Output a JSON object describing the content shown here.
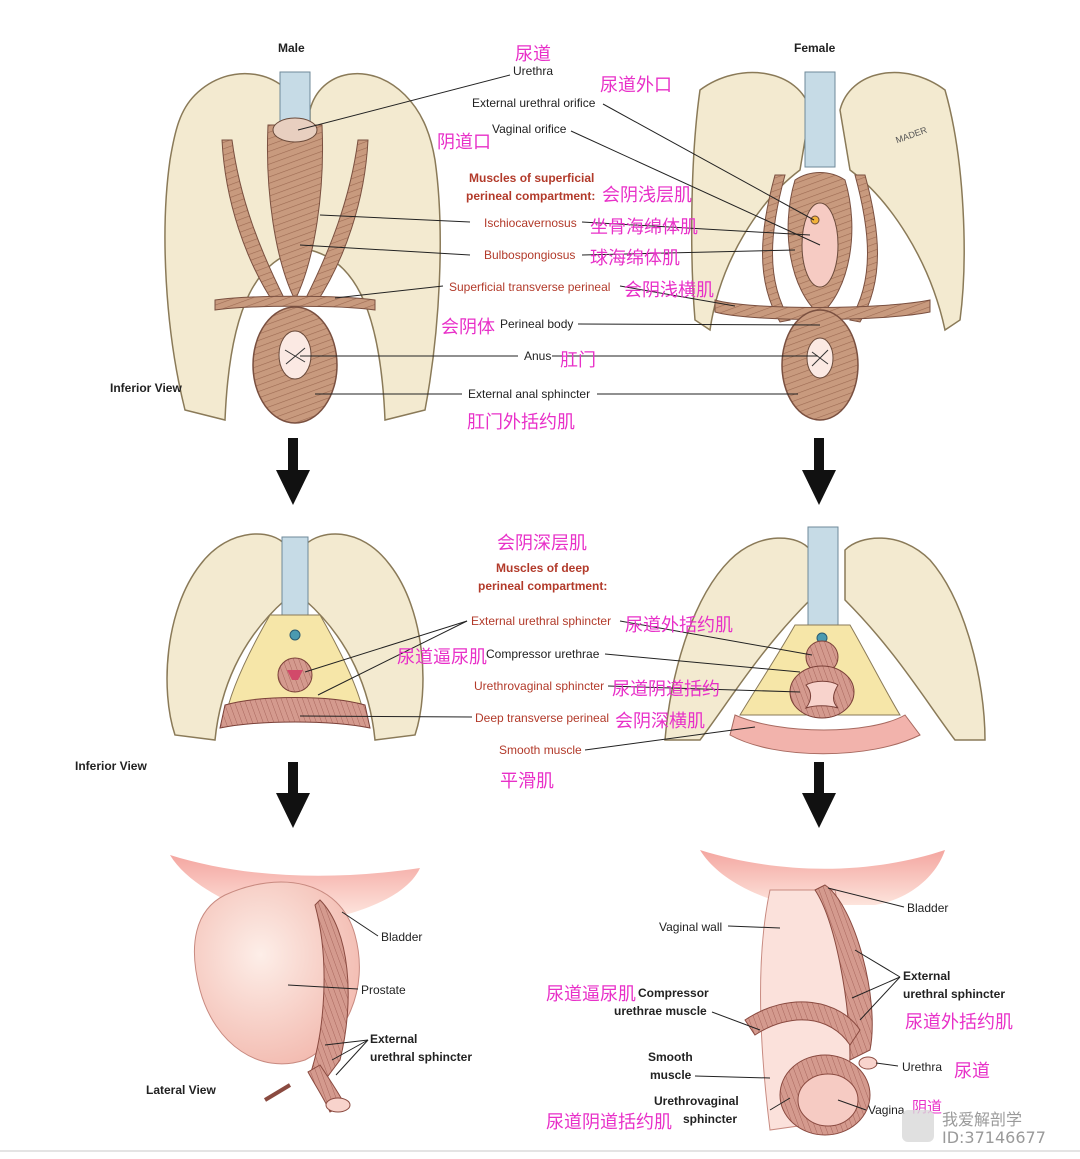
{
  "headers": {
    "male": "Male",
    "female": "Female",
    "inferior_view_1": "Inferior View",
    "inferior_view_2": "Inferior View",
    "lateral_view": "Lateral View"
  },
  "top_labels": {
    "urethra_cn": "尿道",
    "urethra": "Urethra",
    "ext_orifice_cn": "尿道外口",
    "ext_orifice": "External urethral orifice",
    "vaginal_orifice_cn": "阴道口",
    "vaginal_orifice": "Vaginal orifice",
    "superficial_title_1": "Muscles of superficial",
    "superficial_title_2": "perineal compartment:",
    "superficial_title_cn": "会阴浅层肌",
    "ischio": "Ischiocavernosus",
    "ischio_cn": "坐骨海绵体肌",
    "bulbo": "Bulbospongiosus",
    "bulbo_cn": "球海绵体肌",
    "sup_trans": "Superficial transverse perineal",
    "sup_trans_cn": "会阴浅横肌",
    "perineal_body_cn": "会阴体",
    "perineal_body": "Perineal body",
    "anus": "Anus",
    "anus_cn": "肛门",
    "ext_anal": "External anal sphincter",
    "ext_anal_cn": "肛门外括约肌"
  },
  "middle_labels": {
    "deep_title_cn": "会阴深层肌",
    "deep_title_1": "Muscles of deep",
    "deep_title_2": "perineal compartment:",
    "ext_ureth_sph": "External urethral sphincter",
    "ext_ureth_sph_cn": "尿道外括约肌",
    "compressor_cn": "尿道逼尿肌",
    "compressor": "Compressor urethrae",
    "urethrovaginal": "Urethrovaginal sphincter",
    "urethrovaginal_cn": "尿道阴道括约",
    "deep_trans": "Deep transverse perineal",
    "deep_trans_cn": "会阴深横肌",
    "smooth": "Smooth muscle",
    "smooth_cn": "平滑肌"
  },
  "bottom_labels": {
    "bladder_m": "Bladder",
    "prostate": "Prostate",
    "ext_sph_m_1": "External",
    "ext_sph_m_2": "urethral sphincter",
    "vaginal_wall": "Vaginal wall",
    "bladder_f": "Bladder",
    "ext_sph_f_1": "External",
    "ext_sph_f_2": "urethral sphincter",
    "ext_sph_f_cn": "尿道外括约肌",
    "compressor_cn": "尿道逼尿肌",
    "compressor_1": "Compressor",
    "compressor_2": "urethrae muscle",
    "smooth_1": "Smooth",
    "smooth_2": "muscle",
    "urethra": "Urethra",
    "urethra_cn": "尿道",
    "urethrovag_1": "Urethrovaginal",
    "urethrovag_2": "sphincter",
    "urethrovag_cn": "尿道阴道括约肌",
    "vagina": "Vagina",
    "vagina_cn": "阴道"
  },
  "watermark": {
    "name": "我爱解剖学",
    "id": "ID:37146677"
  },
  "signature": "MADER",
  "colors": {
    "bone": "#f3ead0",
    "bone_stroke": "#8a7a58",
    "muscle": "#c89a7e",
    "muscle_dark": "#9c6a52",
    "pink": "#f2b3ac",
    "pink_light": "#f8d3cc",
    "yellow": "#f6e6a8",
    "blue": "#c6dbe6",
    "magenta": "#e830c8",
    "label_red": "#b23a2a"
  }
}
